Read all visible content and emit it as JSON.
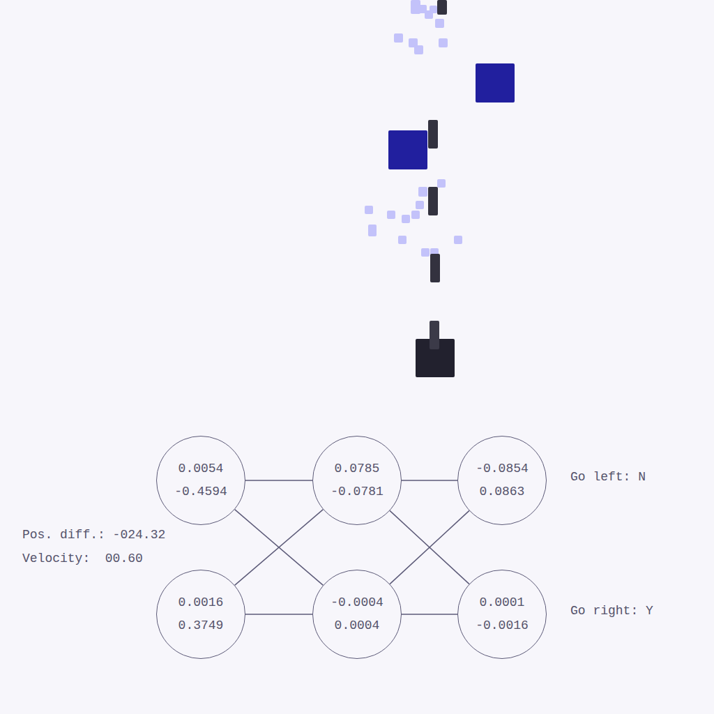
{
  "diagram": {
    "nodes": [
      {
        "text": [
          "0.0054",
          "-0.4594"
        ]
      },
      {
        "text": [
          "0.0785",
          "-0.0781"
        ]
      },
      {
        "text": [
          "-0.0854",
          "0.0863"
        ]
      },
      {
        "text": [
          "0.0016",
          "0.3749"
        ]
      },
      {
        "text": [
          "-0.0004",
          "0.0004"
        ]
      },
      {
        "text": [
          "0.0001",
          "-0.0016"
        ]
      }
    ],
    "edges": [
      {
        "from": 0,
        "to": 1,
        "arrow": "none"
      },
      {
        "from": 0,
        "to": 4,
        "arrow": "none"
      },
      {
        "from": 3,
        "to": 1,
        "arrow": "none"
      },
      {
        "from": 3,
        "to": 4,
        "arrow": "none"
      },
      {
        "from": 1,
        "to": 2,
        "arrow": "none"
      },
      {
        "from": 1,
        "to": 5,
        "arrow": "none"
      },
      {
        "from": 4,
        "to": 2,
        "arrow": "none"
      },
      {
        "from": 4,
        "to": 5,
        "arrow": "none"
      }
    ],
    "labels": [
      "Pos. diff.: -024.32",
      "Velocity:  00.60",
      "Go left: N",
      "Go right: Y"
    ]
  }
}
